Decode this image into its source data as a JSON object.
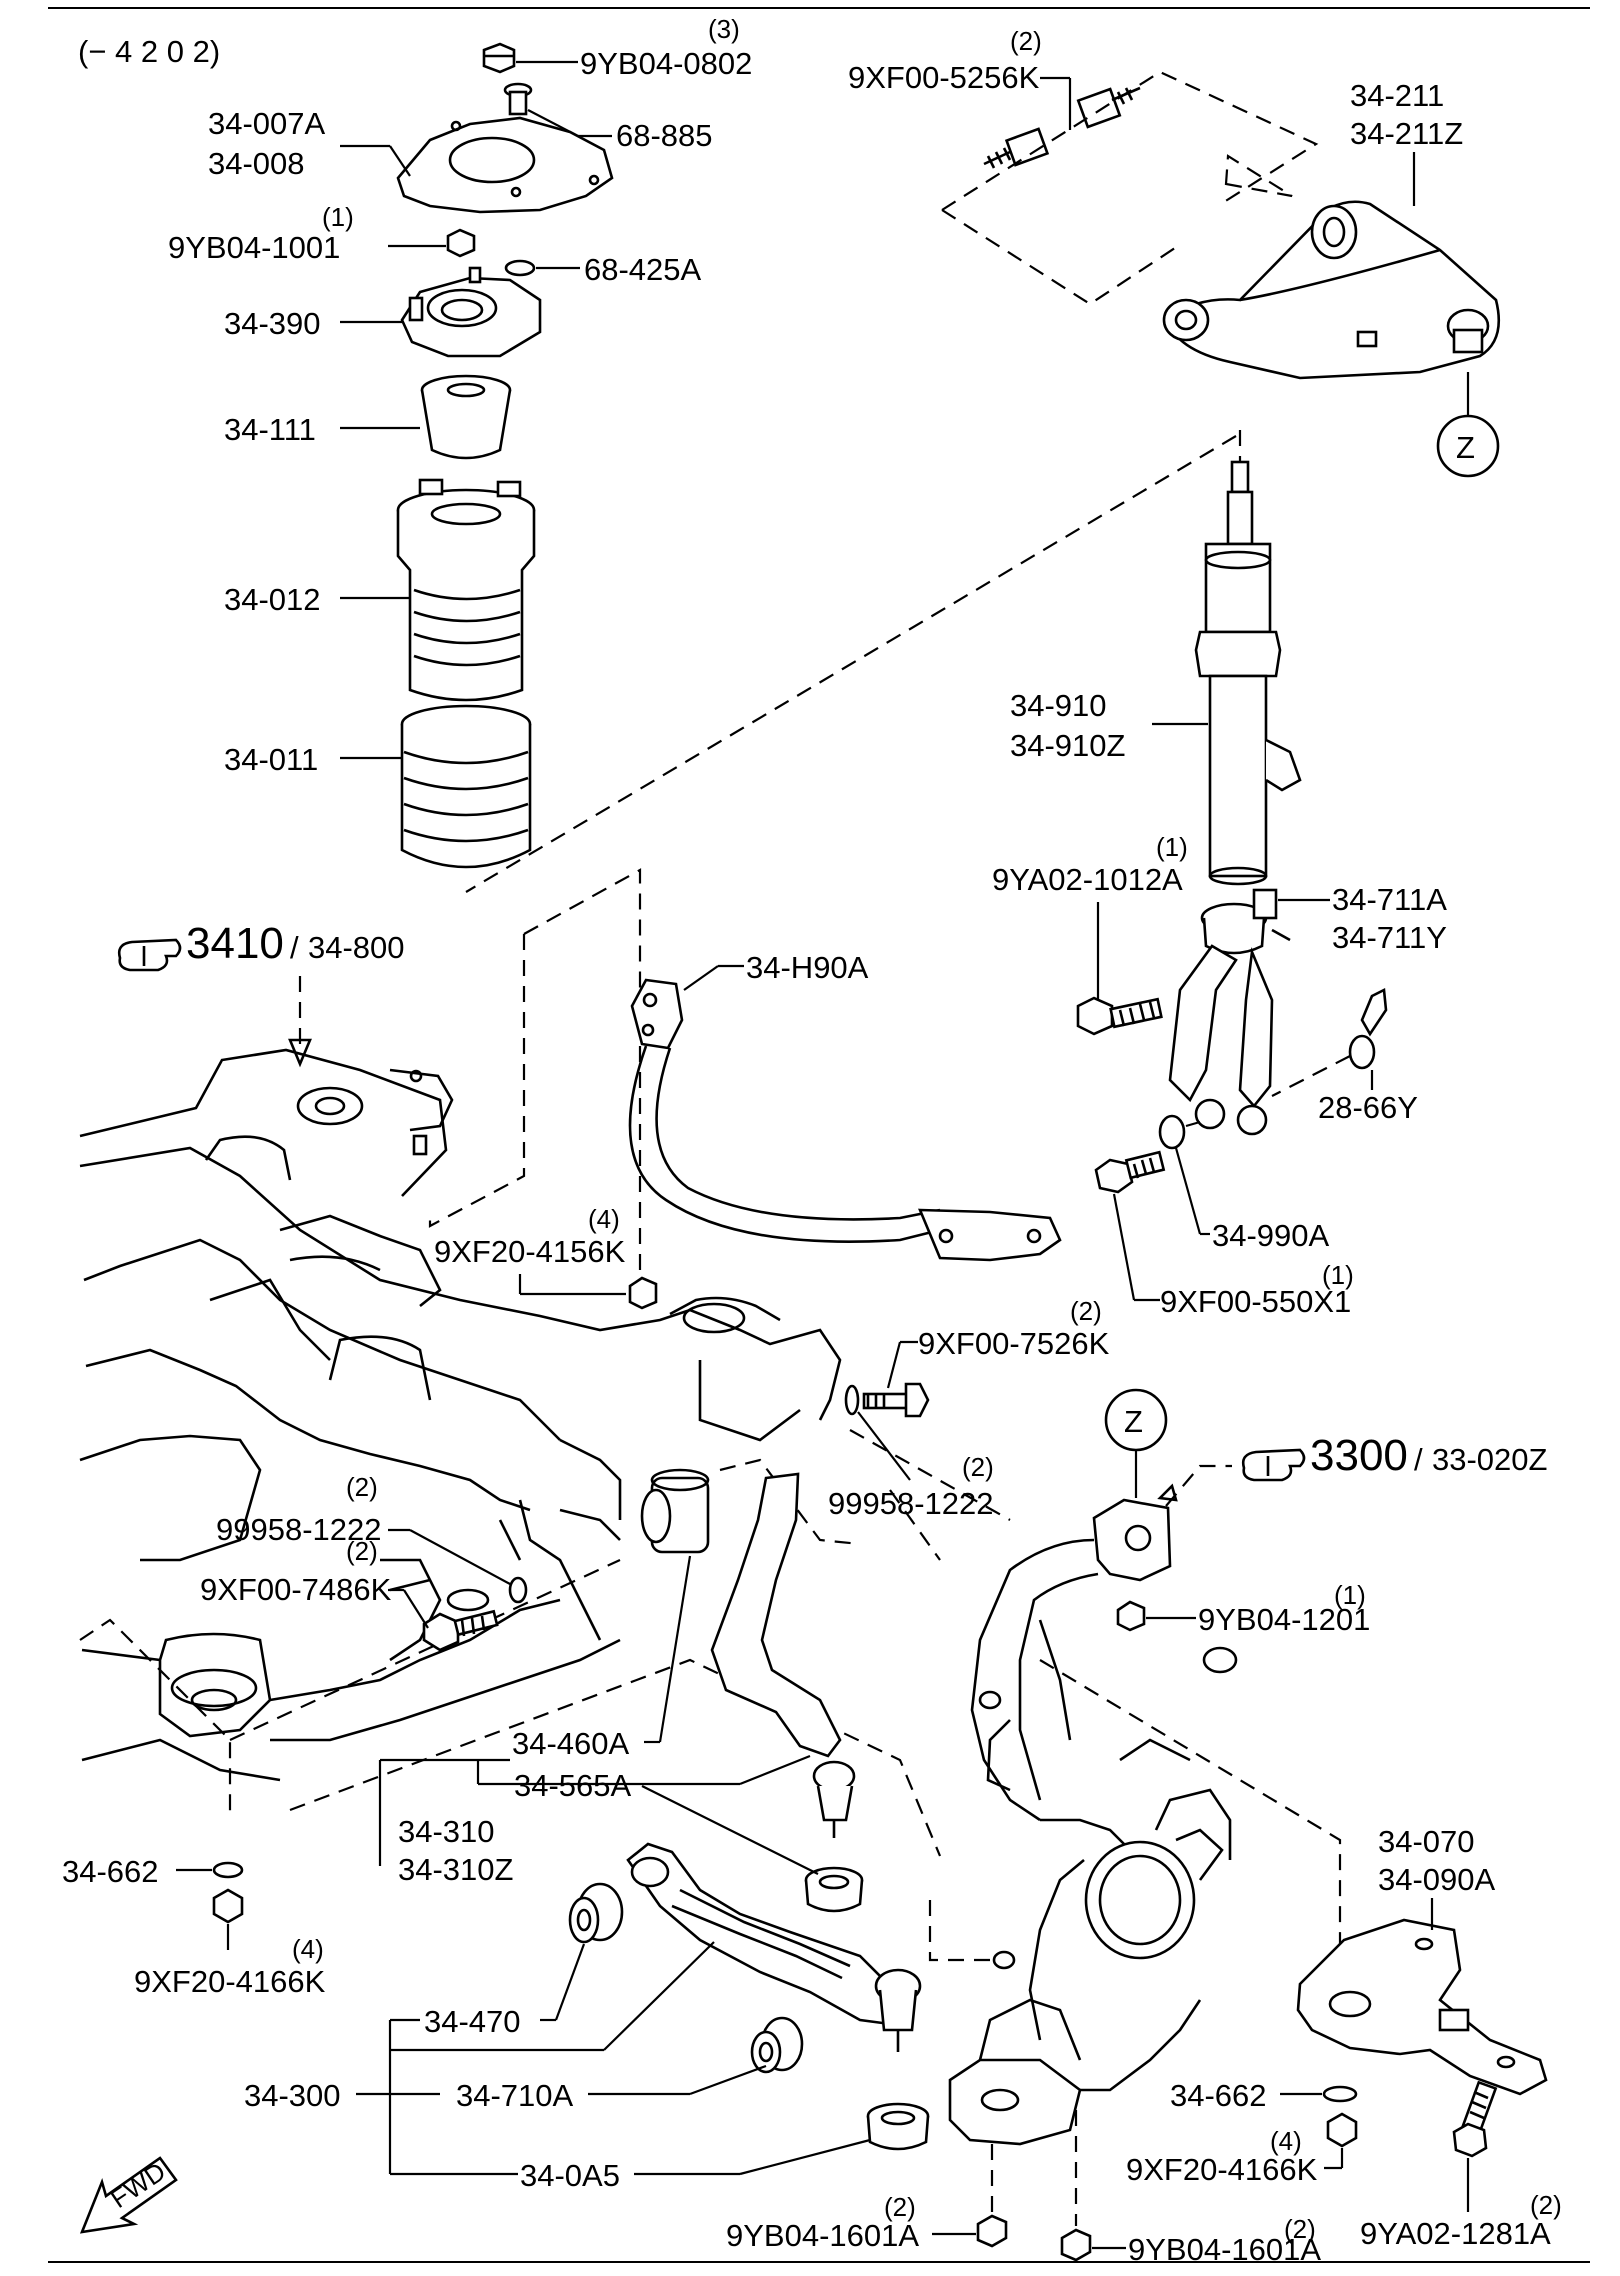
{
  "header": {
    "range_code": "(− 4 2 0 2)"
  },
  "callouts": [
    {
      "id": "c9YB04_0802",
      "qty": "(3)",
      "part": "9YB04-0802"
    },
    {
      "id": "c68_885",
      "qty": "",
      "part": "68-885"
    },
    {
      "id": "c34_007A",
      "qty": "",
      "part": "34-007A"
    },
    {
      "id": "c34_008",
      "qty": "",
      "part": "34-008"
    },
    {
      "id": "c9YB04_1001",
      "qty": "(1)",
      "part": "9YB04-1001"
    },
    {
      "id": "c68_425A",
      "qty": "",
      "part": "68-425A"
    },
    {
      "id": "c34_390",
      "qty": "",
      "part": "34-390"
    },
    {
      "id": "c34_111",
      "qty": "",
      "part": "34-111"
    },
    {
      "id": "c34_012",
      "qty": "",
      "part": "34-012"
    },
    {
      "id": "c34_011",
      "qty": "",
      "part": "34-011"
    },
    {
      "id": "c9XF00_5256K",
      "qty": "(2)",
      "part": "9XF00-5256K"
    },
    {
      "id": "c34_211",
      "qty": "",
      "part": "34-211"
    },
    {
      "id": "c34_211Z",
      "qty": "",
      "part": "34-211Z"
    },
    {
      "id": "c34_910",
      "qty": "",
      "part": "34-910"
    },
    {
      "id": "c34_910Z",
      "qty": "",
      "part": "34-910Z"
    },
    {
      "id": "c9YA02_1012A",
      "qty": "(1)",
      "part": "9YA02-1012A"
    },
    {
      "id": "c34_711A",
      "qty": "",
      "part": "34-711A"
    },
    {
      "id": "c34_711Y",
      "qty": "",
      "part": "34-711Y"
    },
    {
      "id": "c28_66Y",
      "qty": "",
      "part": "28-66Y"
    },
    {
      "id": "c34_990A",
      "qty": "",
      "part": "34-990A"
    },
    {
      "id": "c9XF00_550X1",
      "qty": "(1)",
      "part": "9XF00-550X1"
    },
    {
      "id": "c34_H90A",
      "qty": "",
      "part": "34-H90A"
    },
    {
      "id": "c9XF20_4156K",
      "qty": "(4)",
      "part": "9XF20-4156K"
    },
    {
      "id": "c9XF00_7526K",
      "qty": "(2)",
      "part": "9XF00-7526K"
    },
    {
      "id": "c99958_1222_r",
      "qty": "(2)",
      "part": "99958-1222"
    },
    {
      "id": "c99958_1222_l",
      "qty": "(2)",
      "part": "99958-1222"
    },
    {
      "id": "c9XF00_7486K",
      "qty": "(2)",
      "part": "9XF00-7486K"
    },
    {
      "id": "c9YB04_1201",
      "qty": "(1)",
      "part": "9YB04-1201"
    },
    {
      "id": "c34_460A",
      "qty": "",
      "part": "34-460A"
    },
    {
      "id": "c34_565A",
      "qty": "",
      "part": "34-565A"
    },
    {
      "id": "c34_310",
      "qty": "",
      "part": "34-310"
    },
    {
      "id": "c34_310Z",
      "qty": "",
      "part": "34-310Z"
    },
    {
      "id": "c34_662_l",
      "qty": "",
      "part": "34-662"
    },
    {
      "id": "c9XF20_4166K_l",
      "qty": "(4)",
      "part": "9XF20-4166K"
    },
    {
      "id": "c34_470",
      "qty": "",
      "part": "34-470"
    },
    {
      "id": "c34_300",
      "qty": "",
      "part": "34-300"
    },
    {
      "id": "c34_710A",
      "qty": "",
      "part": "34-710A"
    },
    {
      "id": "c34_0A5",
      "qty": "",
      "part": "34-0A5"
    },
    {
      "id": "c34_070",
      "qty": "",
      "part": "34-070"
    },
    {
      "id": "c34_090A",
      "qty": "",
      "part": "34-090A"
    },
    {
      "id": "c34_662_r",
      "qty": "",
      "part": "34-662"
    },
    {
      "id": "c9XF20_4166K_r",
      "qty": "(4)",
      "part": "9XF20-4166K"
    },
    {
      "id": "c9YA02_1281A",
      "qty": "(2)",
      "part": "9YA02-1281A"
    },
    {
      "id": "c9YB04_1601A_l",
      "qty": "(2)",
      "part": "9YB04-1601A"
    },
    {
      "id": "c9YB04_1601A_r",
      "qty": "(2)",
      "part": "9YB04-1601A"
    }
  ],
  "references": [
    {
      "id": "ref3410",
      "group": "3410",
      "sep": "/",
      "part": "34-800"
    },
    {
      "id": "ref3300",
      "group": "3300",
      "sep": "/",
      "part": "33-020Z"
    }
  ],
  "connectors": {
    "z_top": "Z",
    "z_mid": "Z"
  },
  "fwd_arrow": "FWD",
  "icons": {
    "reference": "pointing-hand-icon",
    "direction": "fwd-arrow-icon"
  }
}
